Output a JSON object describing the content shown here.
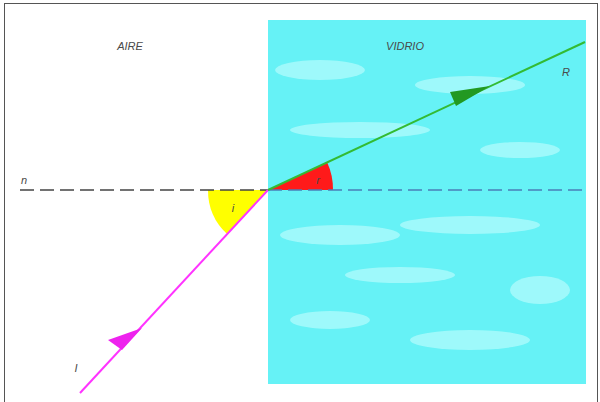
{
  "diagram": {
    "labels": [
      "AIRE",
      "VIDRIO",
      "R",
      "n",
      "i",
      "r",
      "I"
    ]
  }
}
